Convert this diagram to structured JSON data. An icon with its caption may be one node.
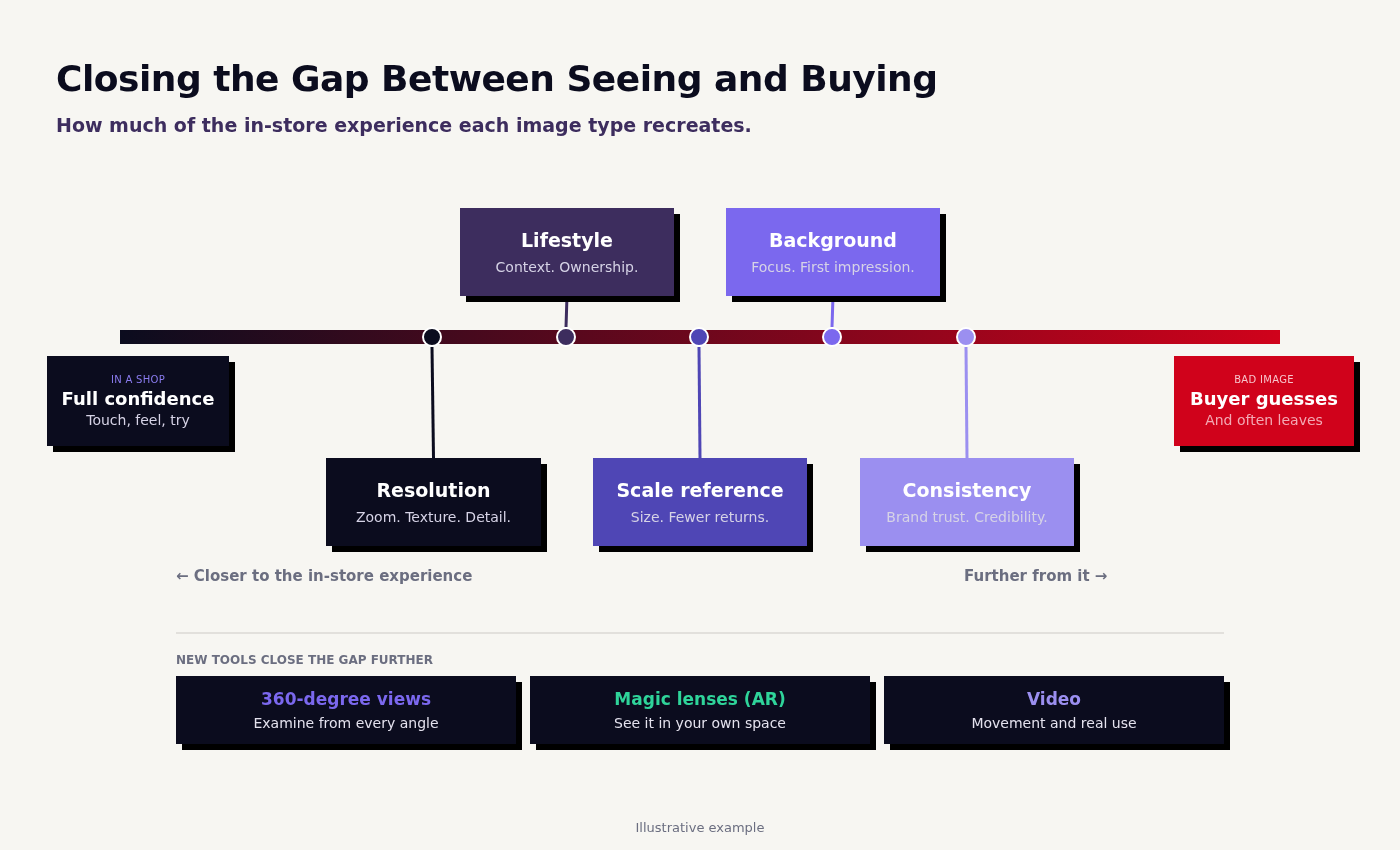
{
  "diagram": {
    "title": "Closing the Gap Between Seeing and Buying",
    "caption": "How much of the in-store experience each image type recreates.",
    "nodes": [
      {
        "text": [
          "IN A SHOP",
          "Full confidence",
          "Touch, feel, try"
        ]
      },
      {
        "text": [
          "Lifestyle",
          "Context. Ownership."
        ]
      },
      {
        "text": [
          "Background",
          "Focus. First impression."
        ]
      },
      {
        "text": [],
        "shape": "circle"
      },
      {
        "text": [],
        "shape": "circle"
      },
      {
        "text": [],
        "shape": "circle"
      },
      {
        "text": [],
        "shape": "circle"
      },
      {
        "text": [],
        "shape": "circle"
      },
      {
        "text": [
          "BAD IMAGE",
          "Buyer guesses",
          "And often leaves"
        ]
      },
      {
        "text": [
          "Resolution",
          "Zoom. Texture. Detail."
        ]
      },
      {
        "text": [
          "Scale reference",
          "Size. Fewer returns."
        ]
      },
      {
        "text": [
          "Consistency",
          "Brand trust. Credibility."
        ]
      },
      {
        "text": [
          "360-degree views",
          "Examine from every angle"
        ]
      },
      {
        "text": [
          "Magic lenses (AR)",
          "See it in your own space"
        ]
      },
      {
        "text": [
          "Video",
          "Movement and real use"
        ]
      },
      {
        "text": [],
        "shape": "bar"
      }
    ],
    "edges": [
      {
        "from": 3,
        "to": 9,
        "arrow": "none",
        "color": "#0b0c1e"
      },
      {
        "from": 1,
        "to": 4,
        "arrow": "none",
        "color": "#3d2d5e"
      },
      {
        "from": 5,
        "to": 10,
        "arrow": "none",
        "color": "#4f46b5"
      },
      {
        "from": 2,
        "to": 6,
        "arrow": "none",
        "color": "#7b68ee"
      },
      {
        "from": 7,
        "to": 11,
        "arrow": "none",
        "color": "#9b8ff0"
      }
    ],
    "labels": [
      "← Closer to the in-store experience",
      "Further from it →",
      "NEW TOOLS CLOSE THE GAP FURTHER",
      "Illustrative example"
    ]
  }
}
